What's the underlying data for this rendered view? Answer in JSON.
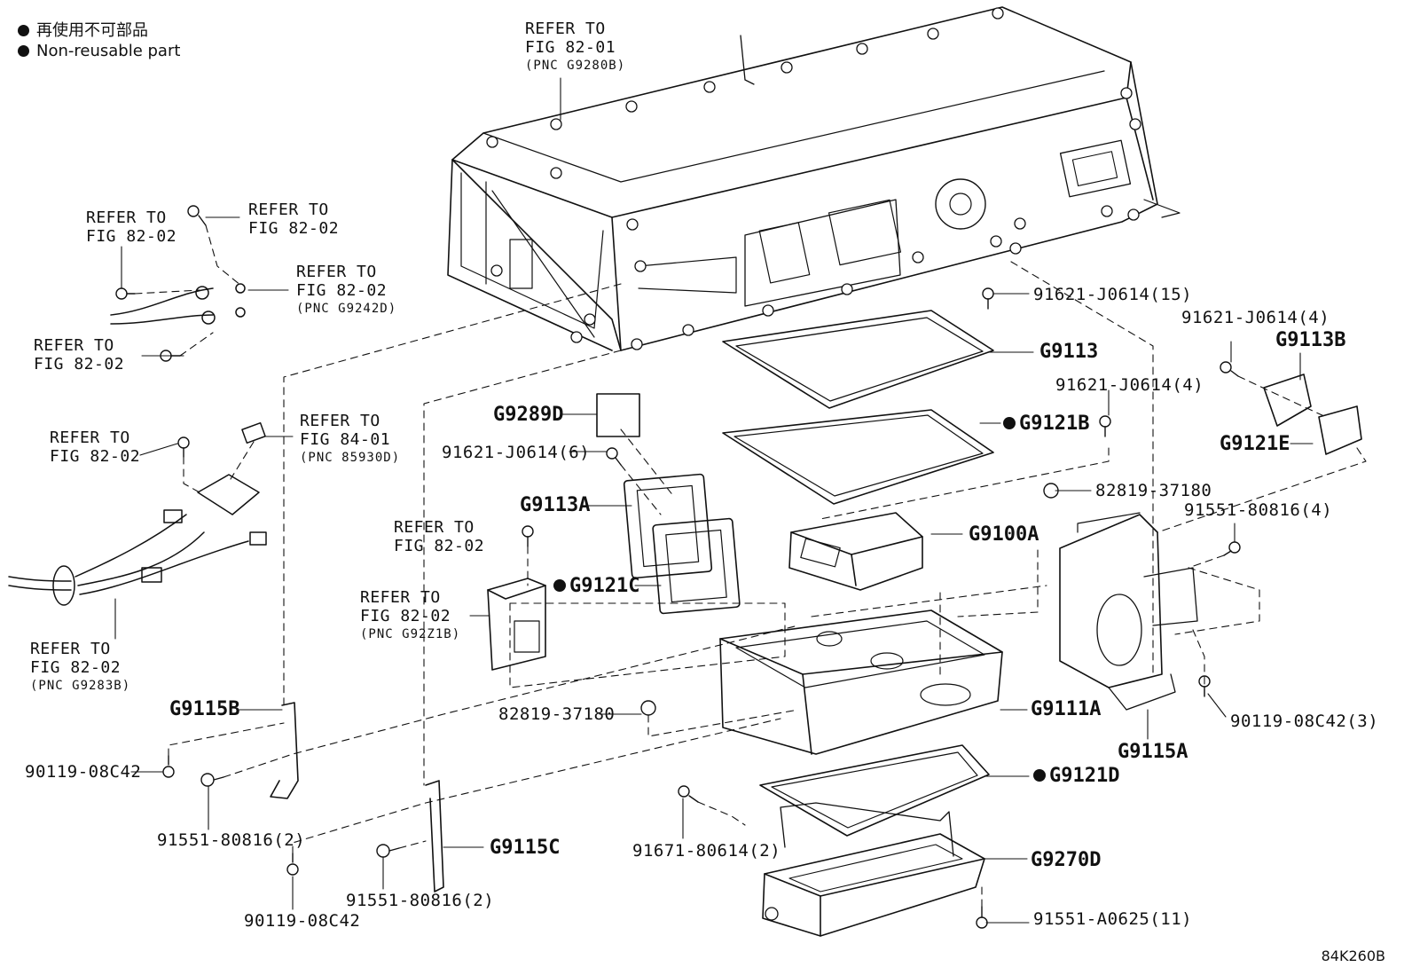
{
  "legend": {
    "jp": "再使用不可部品",
    "en": "Non-reusable part"
  },
  "refs": {
    "top": {
      "line1": "REFER TO",
      "line2": "FIG 82-01",
      "pnc": "(PNC G9280B)"
    },
    "left_top_a": {
      "line1": "REFER TO",
      "line2": "FIG 82-02"
    },
    "left_top_b": {
      "line1": "REFER TO",
      "line2": "FIG 82-02"
    },
    "left_top_c": {
      "line1": "REFER TO",
      "line2": "FIG 82-02",
      "pnc": "(PNC G9242D)"
    },
    "left_top_d": {
      "line1": "REFER TO",
      "line2": "FIG 82-02"
    },
    "left_mid_a": {
      "line1": "REFER TO",
      "line2": "FIG 82-02"
    },
    "left_mid_b": {
      "line1": "REFER TO",
      "line2": "FIG 84-01",
      "pnc": "(PNC 85930D)"
    },
    "left_bot": {
      "line1": "REFER TO",
      "line2": "FIG 82-02",
      "pnc": "(PNC G9283B)"
    },
    "center_a": {
      "line1": "REFER TO",
      "line2": "FIG 82-02"
    },
    "center_b": {
      "line1": "REFER TO",
      "line2": "FIG 82-02",
      "pnc": "(PNC G92Z1B)"
    }
  },
  "parts": {
    "p_91621_15": "91621-J0614(15)",
    "p_G9113": "G9113",
    "p_91621_4a": "91621-J0614(4)",
    "p_G9113B": "G9113B",
    "p_91621_4b": "91621-J0614(4)",
    "p_G9121B": "G9121B",
    "p_G9121E": "G9121E",
    "p_G9289D": "G9289D",
    "p_91621_6": "91621-J0614(6)",
    "p_82819_a": "82819-37180",
    "p_G9113A": "G9113A",
    "p_G9100A": "G9100A",
    "p_91551_4": "91551-80816(4)",
    "p_G9121C": "G9121C",
    "p_82819_b": "82819-37180",
    "p_G9111A": "G9111A",
    "p_90119_3": "90119-08C42(3)",
    "p_G9115B": "G9115B",
    "p_G9115A": "G9115A",
    "p_90119_a": "90119-08C42",
    "p_G9121D": "G9121D",
    "p_91551_2a": "91551-80816(2)",
    "p_91671": "91671-80614(2)",
    "p_G9115C": "G9115C",
    "p_G9270D": "G9270D",
    "p_91551_2b": "91551-80816(2)",
    "p_91551_11": "91551-A0625(11)",
    "p_90119_b": "90119-08C42"
  },
  "illustration_code": "84K260B"
}
